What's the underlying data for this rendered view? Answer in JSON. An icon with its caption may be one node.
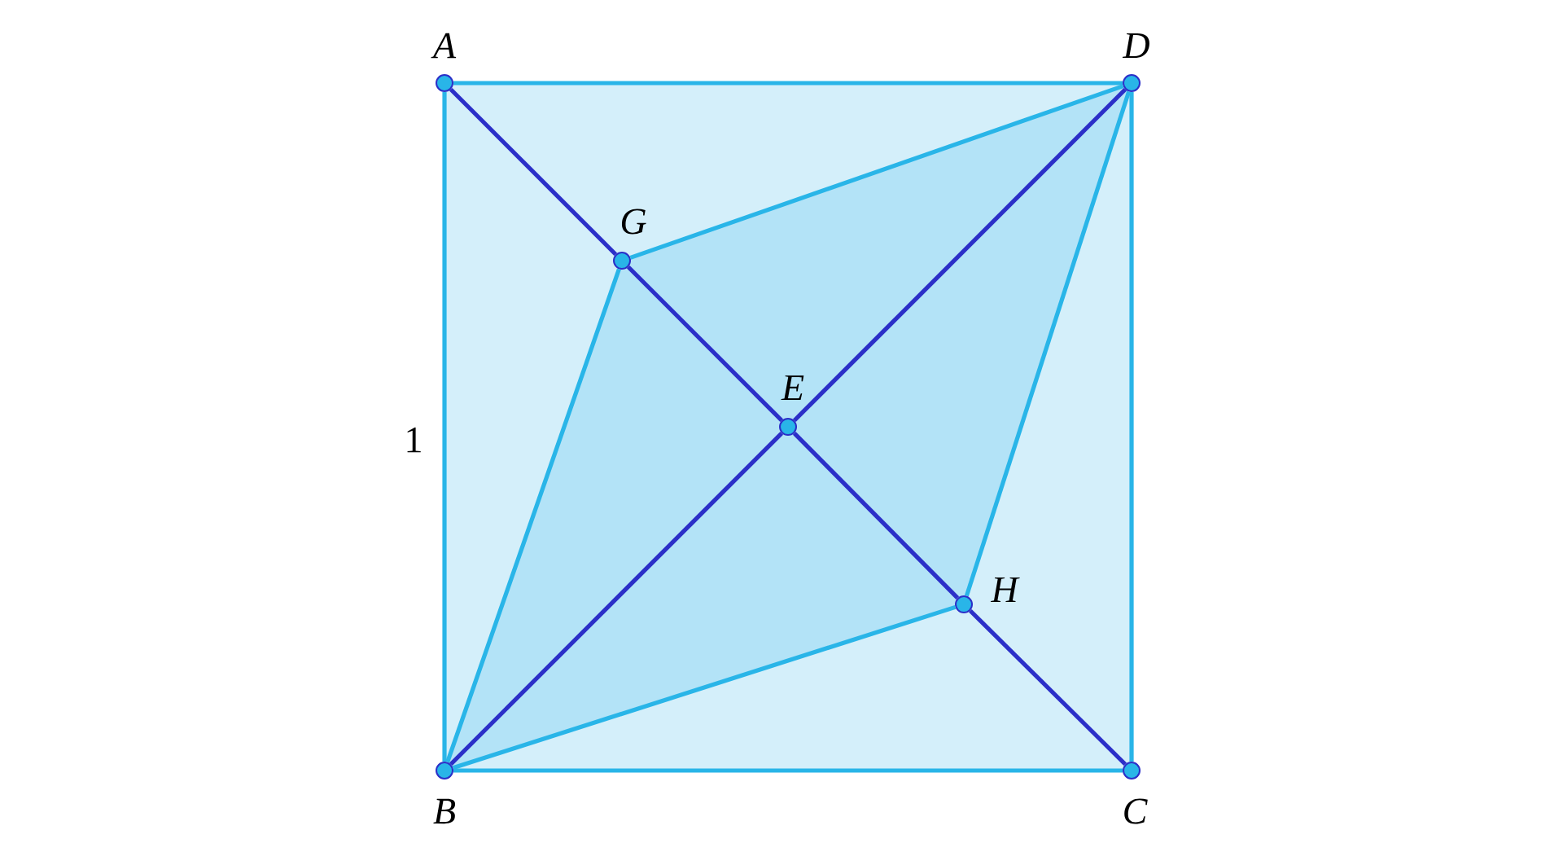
{
  "diagram": {
    "nodes": [
      {
        "text": [
          "A"
        ]
      },
      {
        "text": [
          "D"
        ]
      },
      {
        "text": [
          "G"
        ]
      },
      {
        "text": [
          "E"
        ]
      },
      {
        "text": [
          "H"
        ]
      },
      {
        "text": [
          "B"
        ]
      },
      {
        "text": [
          "C"
        ]
      }
    ],
    "edges": [
      {
        "from": 0,
        "to": 1,
        "arrow": "none"
      },
      {
        "from": 1,
        "to": 6,
        "arrow": "none"
      },
      {
        "from": 5,
        "to": 6,
        "arrow": "none"
      },
      {
        "from": 0,
        "to": 5,
        "arrow": "none"
      },
      {
        "from": 5,
        "to": 2,
        "arrow": "none"
      },
      {
        "from": 2,
        "to": 1,
        "arrow": "none"
      },
      {
        "from": 1,
        "to": 4,
        "arrow": "none"
      },
      {
        "from": 4,
        "to": 5,
        "arrow": "none"
      },
      {
        "from": 0,
        "to": 2,
        "arrow": "none",
        "color": "#2b2fc8"
      },
      {
        "from": 2,
        "to": 3,
        "arrow": "none",
        "color": "#2b2fc8"
      },
      {
        "from": 3,
        "to": 4,
        "arrow": "none",
        "color": "#2b2fc8"
      },
      {
        "from": 4,
        "to": 6,
        "arrow": "none",
        "color": "#2b2fc8"
      },
      {
        "from": 5,
        "to": 3,
        "arrow": "none",
        "color": "#2b2fc8"
      },
      {
        "from": 3,
        "to": 1,
        "arrow": "none",
        "color": "#2b2fc8"
      }
    ],
    "labels": [
      "1"
    ]
  }
}
